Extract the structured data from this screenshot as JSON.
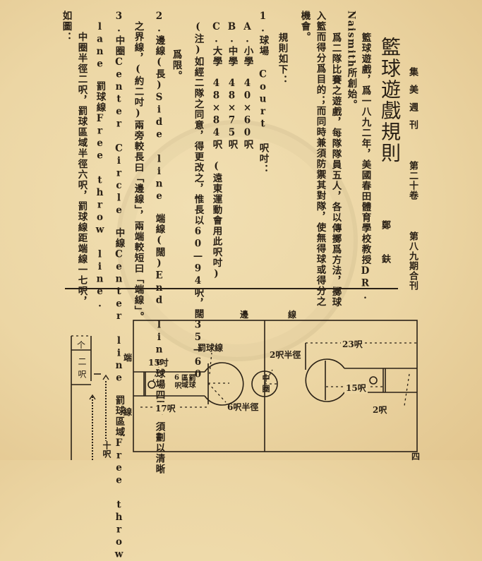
{
  "header": {
    "journal": "集美週刊",
    "volume": "第二十卷",
    "issue": "第八九期合刊",
    "page_number": "四"
  },
  "article": {
    "title": "籃球遊戲規則",
    "author": "鄭 鈇",
    "intro_line1": "籃球遊戲，爲一八九二年，美國春田體育學校教授DR.",
    "intro_line2": "Naismith所創始。",
    "para1_line1": "爲二隊比賽之遊戲，每隊隊員五人，各以傳擲爲方法，擲球",
    "para1_line2": "入籃而得分爲目的；而同時兼須防禦其對隊，使無得球或得分之",
    "para1_line3": "機會。",
    "rules_heading": "規則如下：",
    "rule1_title": "1.球場 Court 呎吋：",
    "rule1_a": "A.小學　40×60呎",
    "rule1_b": "B.中學　48×75呎",
    "rule1_c": "C.大學　48×84呎　(遠東運動會用此呎吋)",
    "rule1_note_line1": "(注)如經二隊之同意，得更改之，惟長以60—94呎，闊35—60",
    "rule1_note_line2": "爲限。",
    "rule2_line1": "2.邊線(長)Side line　端線(闊)End line球場四周，須劃以清晰",
    "rule2_line2": "之界線，(約二吋)兩旁較長曰「邊線」，兩端較短曰「端線」。",
    "rule3_line1": "3.中圈Center Circle　中線Center line　罰球區域Free throw",
    "rule3_line2": "lane　罰球線Free throw line.",
    "rule3_line3": "中圈半徑二呎，罰球區域半徑六呎，罰球線距端線一七呎，",
    "figure_ref": "如圖："
  },
  "diagram": {
    "side_line_label_1": "邊",
    "side_line_label_2": "線",
    "end_line_label_1": "端",
    "end_line_label_2": "線",
    "free_throw_line": "罰球線",
    "basket_size": "15吋",
    "lane_label": "罰球區域",
    "lane_width": "6呎",
    "dist_17": "17呎",
    "radius_6": "6呎半徑",
    "center_circle": "中圈",
    "radius_2": "2呎半徑",
    "dist_23": "23呎",
    "dist_15": "15呎",
    "dist_2": "2呎",
    "scale_top": "个",
    "scale_two_ft": "二呎",
    "scale_ten_ft": "十呎"
  }
}
